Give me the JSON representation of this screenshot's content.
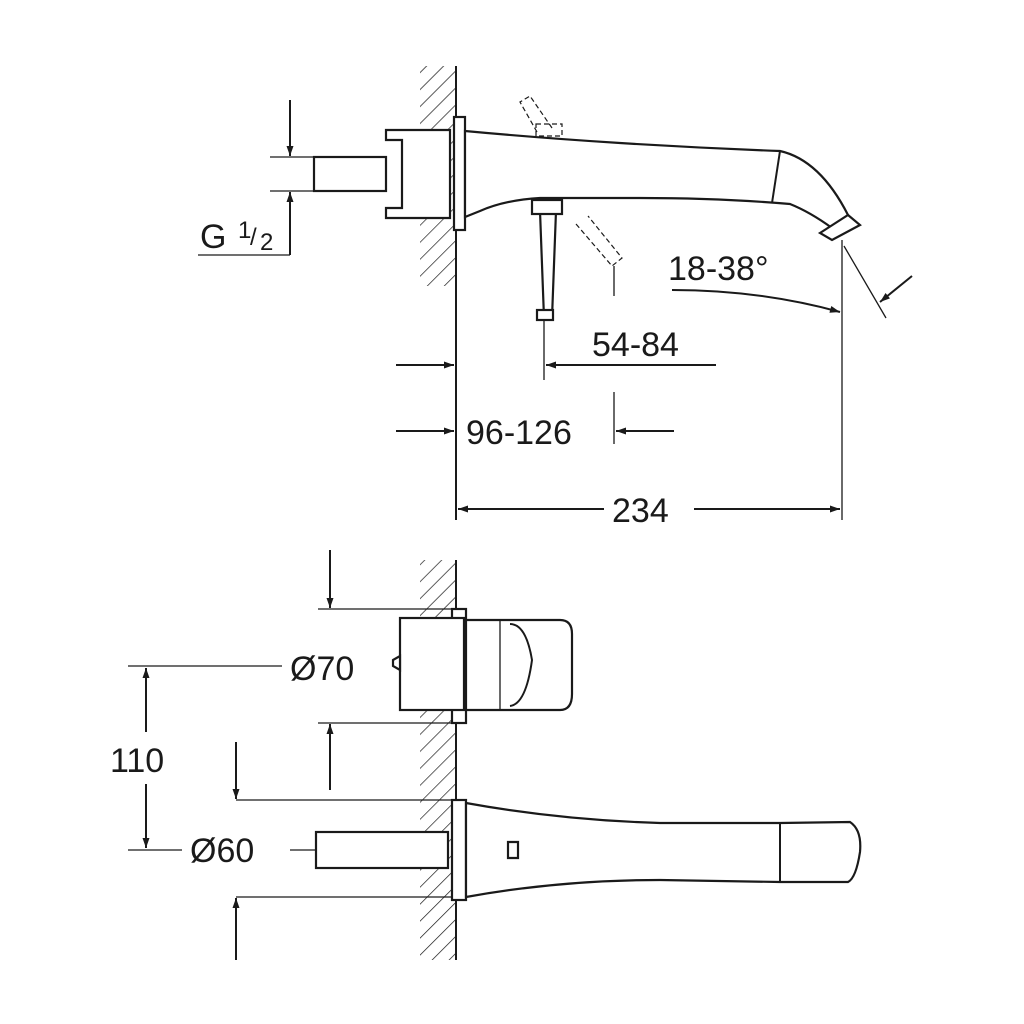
{
  "top_view": {
    "thread_label": "G",
    "thread_numerator": "1",
    "thread_denominator": "2",
    "angle_label": "18-38°",
    "depth_range_label": "54-84",
    "wall_range_label": "96-126",
    "projection_label": "234"
  },
  "front_view": {
    "rosette_diameter_label": "Ø70",
    "spout_diameter_label": "Ø60",
    "spacing_label": "110"
  }
}
